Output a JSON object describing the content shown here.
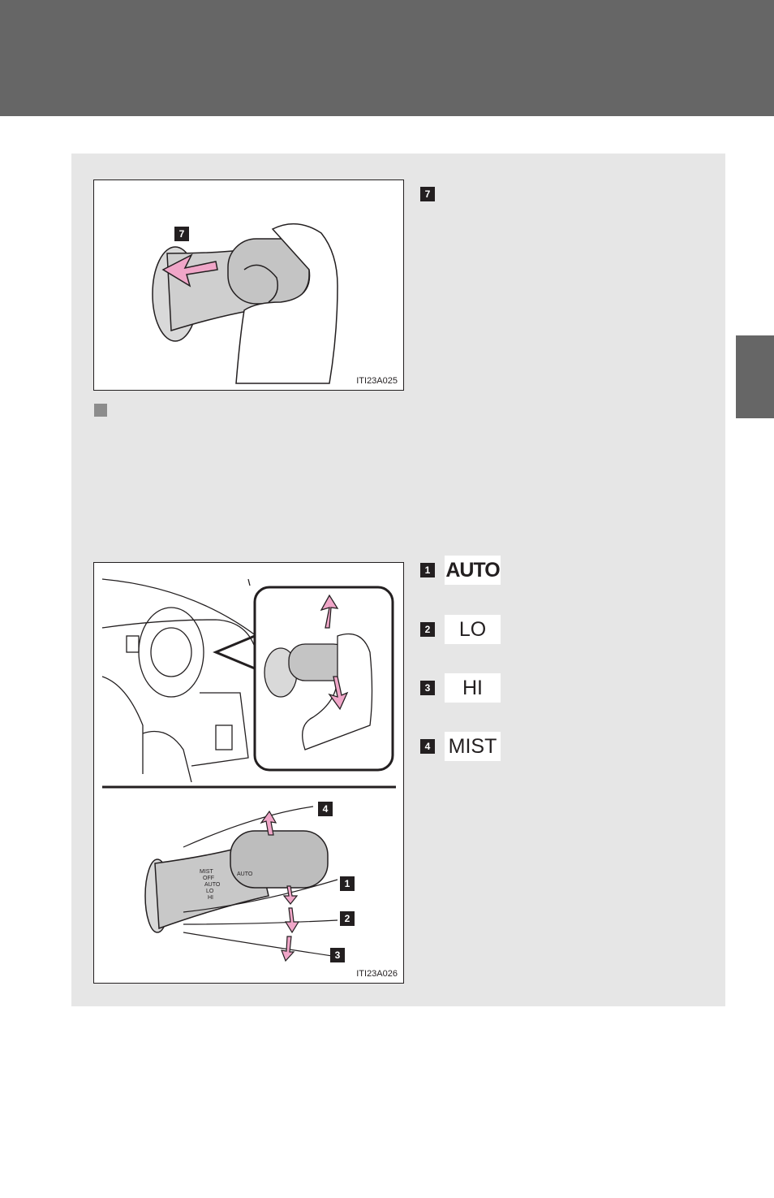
{
  "figure1": {
    "step_badge": "7",
    "image_code": "ITI23A025"
  },
  "step_marker": "7",
  "figure2": {
    "image_code": "ITI23A026",
    "badges": [
      "4",
      "1",
      "2",
      "3"
    ],
    "stalk_labels": [
      "MIST",
      "OFF",
      "AUTO",
      "LO",
      "HI"
    ],
    "knob_label": "AUTO"
  },
  "modes": [
    {
      "badge": "1",
      "label": "AUTO"
    },
    {
      "badge": "2",
      "label": "LO"
    },
    {
      "badge": "3",
      "label": "HI"
    },
    {
      "badge": "4",
      "label": "MIST"
    }
  ],
  "colors": {
    "header": "#666666",
    "panel": "#e6e6e6",
    "arrow": "#f0a6c8",
    "badge": "#231f20"
  }
}
